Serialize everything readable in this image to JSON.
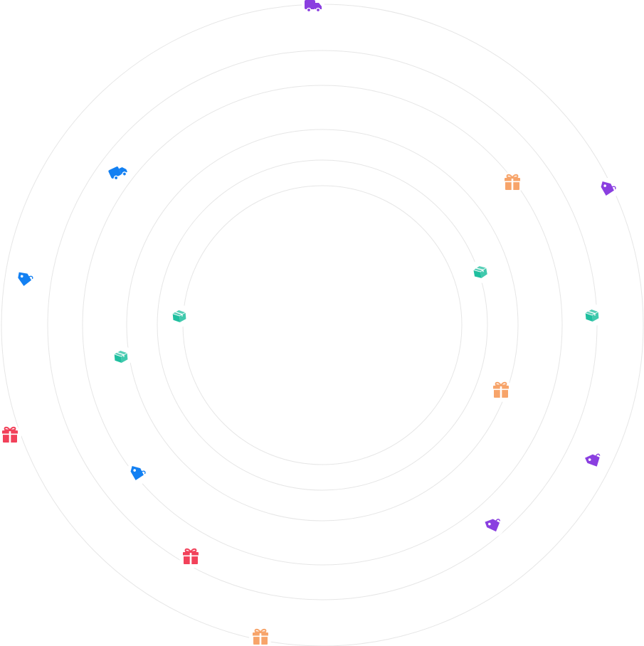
{
  "colors": {
    "purple": "#8a3fe0",
    "blue": "#1380f2",
    "teal": "#1fbf9f",
    "orange": "#f7a46a",
    "red": "#f2415a",
    "ring": "#e6e6e6"
  },
  "icons": [
    {
      "name": "truck-icon",
      "kind": "truck",
      "color": "purple"
    },
    {
      "name": "truck-icon",
      "kind": "truck",
      "color": "blue"
    },
    {
      "name": "gift-icon",
      "kind": "gift",
      "color": "orange"
    },
    {
      "name": "tag-icon",
      "kind": "tag",
      "color": "purple"
    },
    {
      "name": "tag-icon",
      "kind": "tag",
      "color": "blue"
    },
    {
      "name": "box-icon",
      "kind": "box",
      "color": "teal"
    },
    {
      "name": "box-icon",
      "kind": "box",
      "color": "teal"
    },
    {
      "name": "box-icon",
      "kind": "box",
      "color": "teal"
    },
    {
      "name": "box-icon",
      "kind": "box",
      "color": "teal"
    },
    {
      "name": "gift-icon",
      "kind": "gift",
      "color": "orange"
    },
    {
      "name": "gift-icon",
      "kind": "gift",
      "color": "red"
    },
    {
      "name": "tag-icon",
      "kind": "tag",
      "color": "purple"
    },
    {
      "name": "tag-icon",
      "kind": "tag",
      "color": "blue"
    },
    {
      "name": "tag-icon",
      "kind": "tag",
      "color": "purple"
    },
    {
      "name": "gift-icon",
      "kind": "gift",
      "color": "red"
    },
    {
      "name": "gift-icon",
      "kind": "gift",
      "color": "orange"
    }
  ]
}
